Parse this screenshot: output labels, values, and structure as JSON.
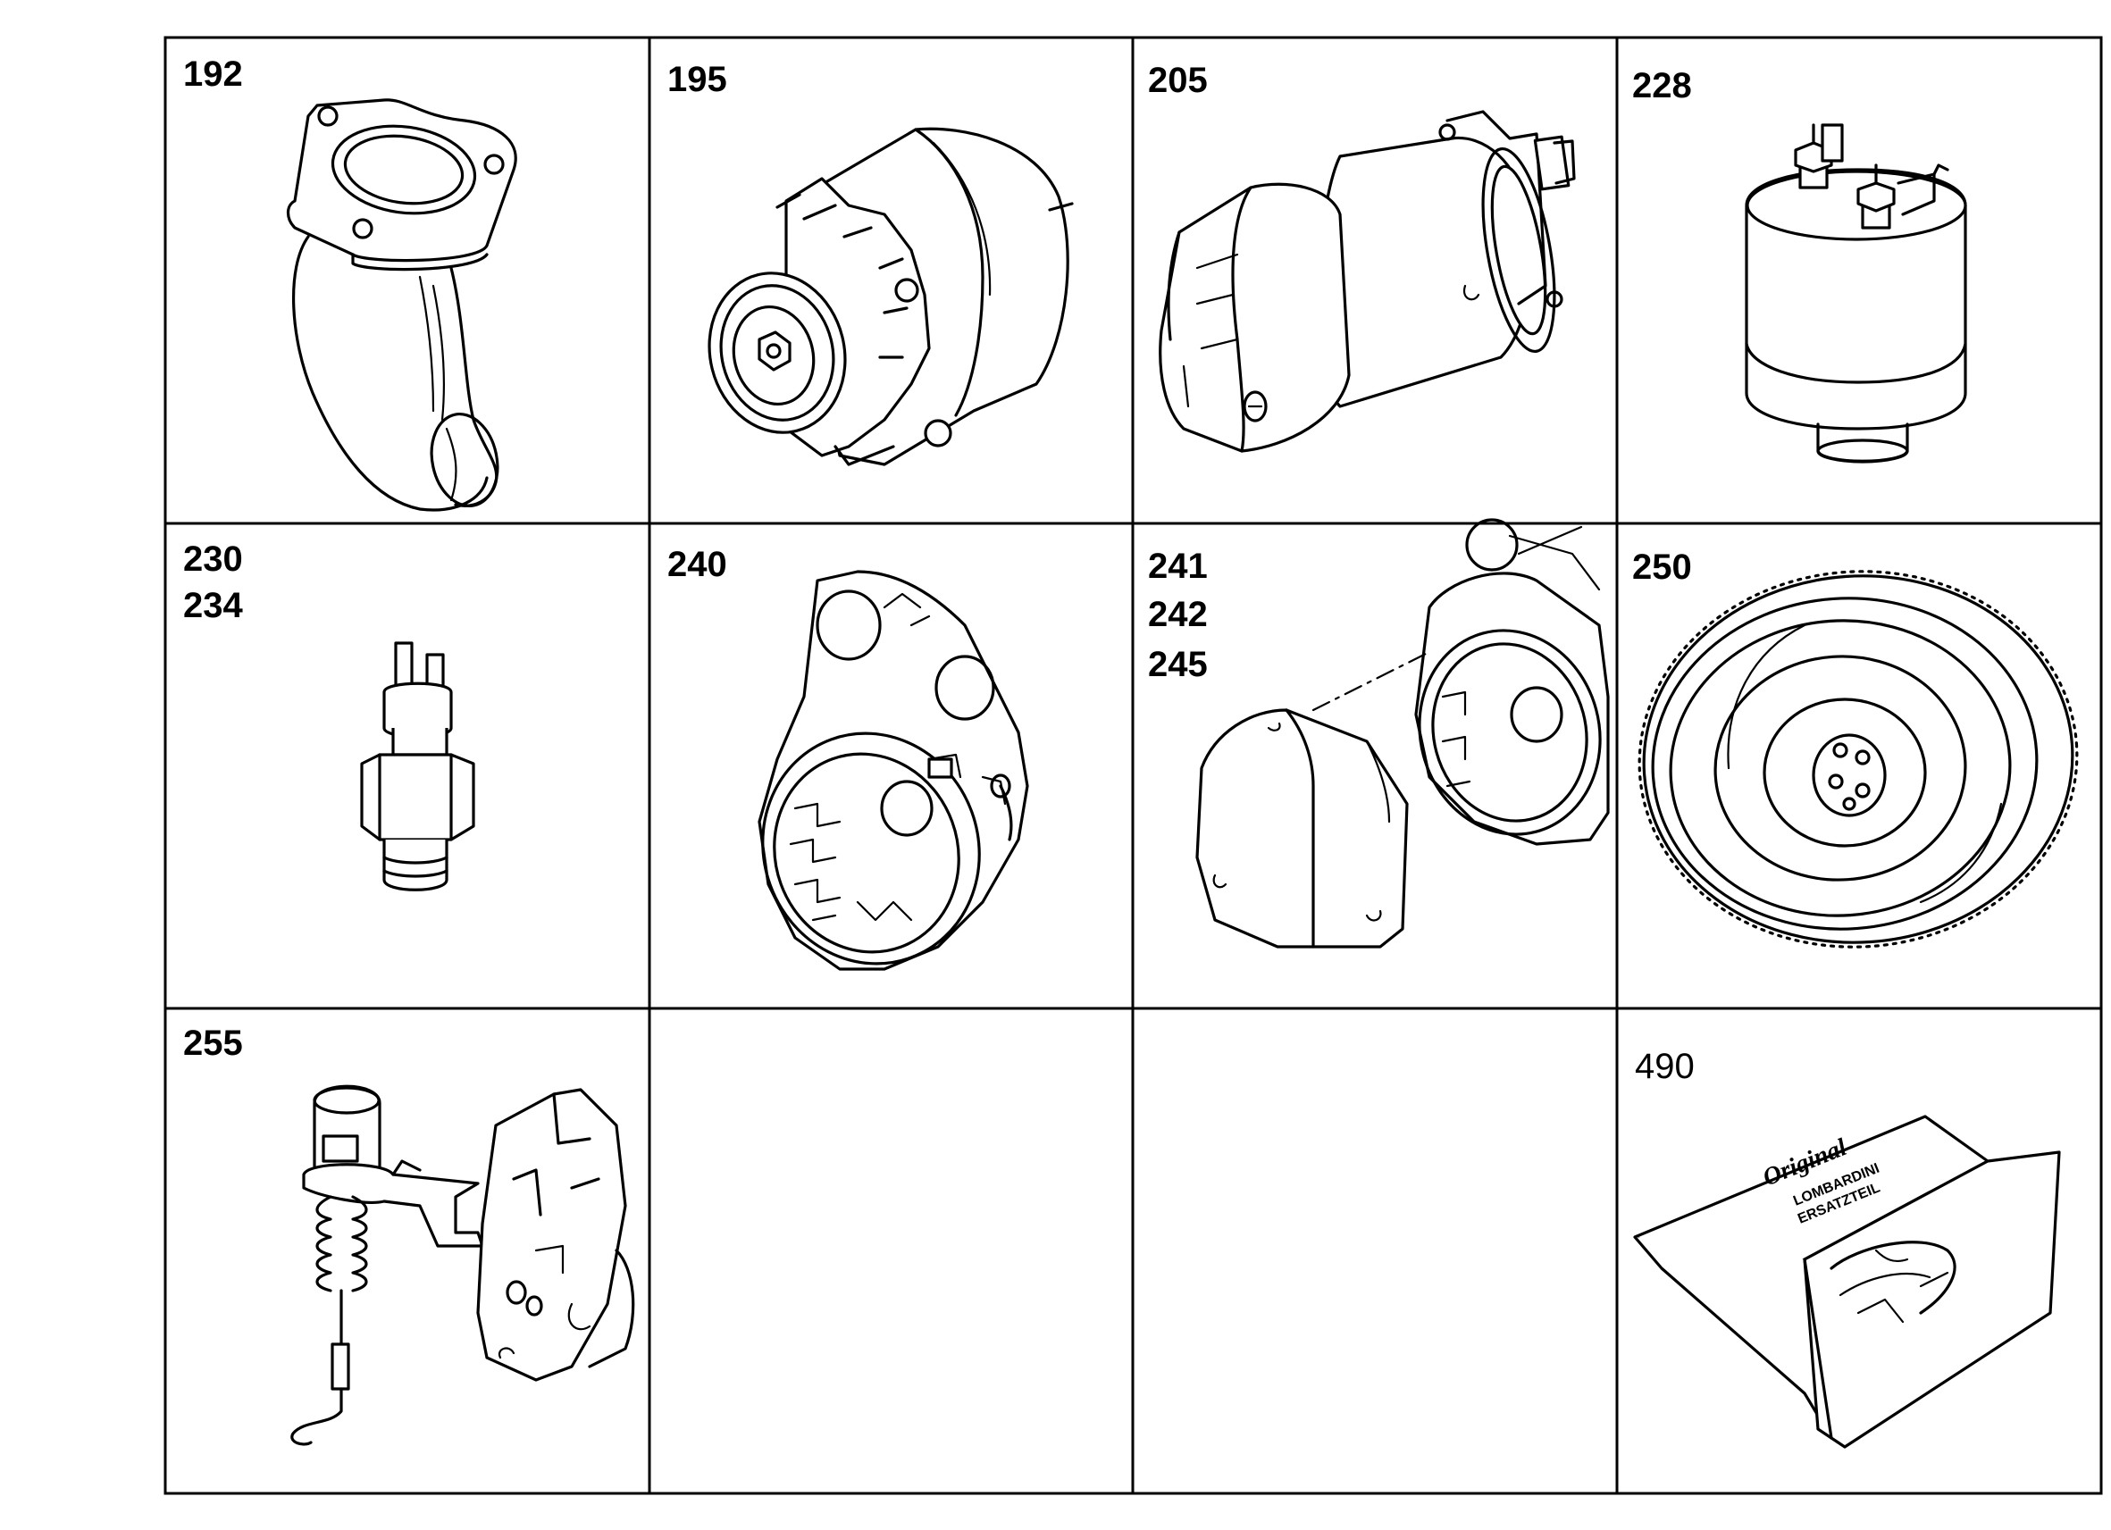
{
  "cells": [
    {
      "id": "192",
      "labels": [
        "192"
      ],
      "part": "exhaust-elbow"
    },
    {
      "id": "195",
      "labels": [
        "195"
      ],
      "part": "alternator"
    },
    {
      "id": "205",
      "labels": [
        "205"
      ],
      "part": "starter-motor"
    },
    {
      "id": "228",
      "labels": [
        "228"
      ],
      "part": "pressure-switch"
    },
    {
      "id": "230",
      "labels": [
        "230",
        "234"
      ],
      "part": "temperature-switch"
    },
    {
      "id": "240",
      "labels": [
        "240"
      ],
      "part": "gear-housing-cover"
    },
    {
      "id": "241",
      "labels": [
        "241",
        "242",
        "245"
      ],
      "part": "cover-and-housing"
    },
    {
      "id": "250",
      "labels": [
        "250"
      ],
      "part": "flywheel-ring-gear"
    },
    {
      "id": "255",
      "labels": [
        "255"
      ],
      "part": "shutoff-solenoid"
    },
    {
      "id": "empty-1",
      "labels": [],
      "part": ""
    },
    {
      "id": "empty-2",
      "labels": [],
      "part": ""
    },
    {
      "id": "490",
      "labels": [
        "490"
      ],
      "part": "spare-parts-box"
    }
  ],
  "box_print": {
    "line1": "Original",
    "line2": "LOMBARDINI",
    "line3": "ERSATZTEIL"
  },
  "colors": {
    "ink": "#000000",
    "paper": "#ffffff"
  }
}
